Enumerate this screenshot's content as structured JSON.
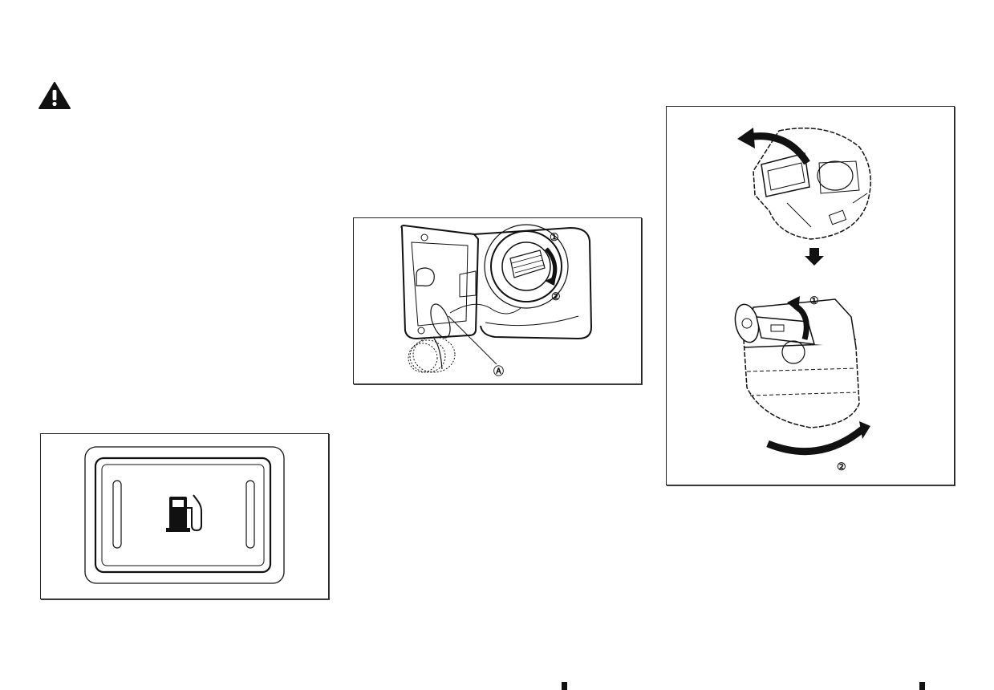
{
  "warning": {
    "icon": "warning-triangle-icon"
  },
  "figure_fuel_button": {
    "icon": "fuel-pump-icon"
  },
  "figure_filler_cap": {
    "callouts": {
      "step1": "①",
      "step2": "②",
      "part_a": "Ⓐ"
    }
  },
  "figure_cap_key": {
    "callouts": {
      "step1": "①",
      "step2": "②"
    }
  },
  "colors": {
    "ink": "#111111",
    "paper": "#ffffff"
  }
}
